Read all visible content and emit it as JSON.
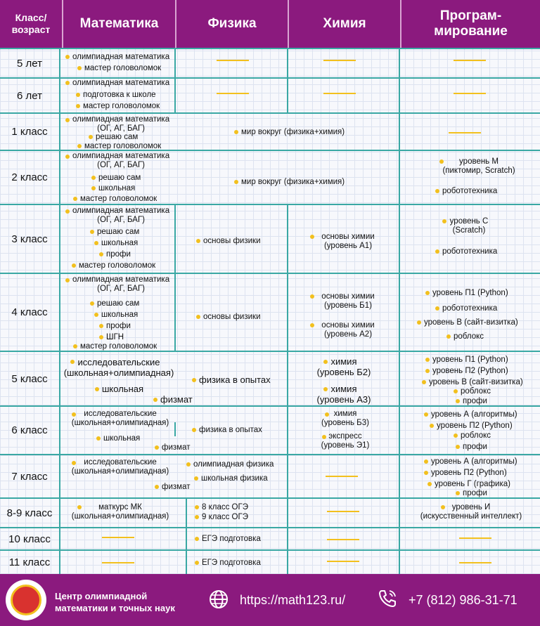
{
  "header": {
    "age": "Класс/\nвозраст",
    "math": "Математика",
    "physics": "Физика",
    "chemistry": "Химия",
    "programming": "Програм-\nмирование"
  },
  "rows": {
    "r5": {
      "age": "5 лет",
      "math1": "олимпиадная математика",
      "math2": "мастер головоломок"
    },
    "r6": {
      "age": "6 лет",
      "math1": "олимпиадная математика",
      "math2": "подготовка к школе",
      "math3": "мастер головоломок"
    },
    "r1": {
      "age": "1 класс",
      "math1": "олимпиадная математика\n(ОГ, АГ, БАГ)",
      "math2": "решаю сам",
      "math3": "мастер головоломок",
      "sci": "мир вокруг (физика+химия)"
    },
    "r2": {
      "age": "2 класс",
      "math1": "олимпиадная математика\n(ОГ, АГ, БАГ)",
      "math2": "решаю сам",
      "math3": "школьная",
      "math4": "мастер головоломок",
      "sci": "мир вокруг (физика+химия)",
      "prog1": "уровень М\n(пиктомир, Scratch)",
      "prog2": "робототехника"
    },
    "r3": {
      "age": "3 класс",
      "math1": "олимпиадная математика\n(ОГ, АГ, БАГ)",
      "math2": "решаю сам",
      "math3": "школьная",
      "math4": "профи",
      "math5": "мастер головоломок",
      "phys": "основы физики",
      "chem": "основы химии\n(уровень А1)",
      "prog1": "уровень С\n(Scratch)",
      "prog2": "робототехника"
    },
    "r4": {
      "age": "4 класс",
      "math1": "олимпиадная математика\n(ОГ, АГ, БАГ)",
      "math2": "решаю сам",
      "math3": "школьная",
      "math4": "профи",
      "math5": "ШГН",
      "math6": "мастер головоломок",
      "phys": "основы физики",
      "chem1": "основы химии\n(уровень Б1)",
      "chem2": "основы химии\n(уровень А2)",
      "prog1": "уровень П1 (Python)",
      "prog2": "робототехника",
      "prog3": "уровень В (сайт-визитка)",
      "prog4": "роблокс"
    },
    "r5c": {
      "age": "5 класс",
      "math1": "исследовательские\n(школьная+олимпиадная)",
      "math2": "школьная",
      "math3": "физмат",
      "phys": "физика в опытах",
      "chem1": "химия\n(уровень Б2)",
      "chem2": "химия\n(уровень А3)",
      "prog1": "уровень П1 (Python)",
      "prog2": "уровень П2 (Python)",
      "prog3": "уровень В (сайт-визитка)",
      "prog4": "роблокс",
      "prog5": "профи"
    },
    "r6c": {
      "age": "6 класс",
      "math1": "исследовательские\n(школьная+олимпиадная)",
      "math2": "школьная",
      "math3": "физмат",
      "phys": "физика в опытах",
      "chem1": "химия\n(уровень Б3)",
      "chem2": "экспресс\n(уровень Э1)",
      "prog1": "уровень А (алгоритмы)",
      "prog2": "уровень П2 (Python)",
      "prog3": "роблокс",
      "prog4": "профи"
    },
    "r7c": {
      "age": "7 класс",
      "math1": "исследовательские\n(школьная+олимпиадная)",
      "math2": "физмат",
      "phys1": "олимпиадная физика",
      "phys2": "школьная физика",
      "prog1": "уровень А (алгоритмы)",
      "prog2": "уровень П2 (Python)",
      "prog3": "уровень Г (графика)",
      "prog4": "профи"
    },
    "r89": {
      "age": "8-9 класс",
      "math1": "маткурс МК\n(школьная+олимпиадная)",
      "phys1": "8 класс ОГЭ",
      "phys2": "9 класс ОГЭ",
      "prog1": "уровень И\n(искусственный интеллект)"
    },
    "r10": {
      "age": "10 класс",
      "phys": "ЕГЭ подготовка"
    },
    "r11": {
      "age": "11 класс",
      "phys": "ЕГЭ подготовка"
    }
  },
  "footer": {
    "name": "Центр олимпиадной\nматематики и точных наук",
    "url": "https://math123.ru/",
    "phone": "+7 (812) 986-31-71",
    "logo_icon": "logo-icon",
    "web_icon": "globe-icon",
    "phone_icon": "phone-icon"
  },
  "colors": {
    "header": "#8b1a7e",
    "grid": "#3aa8a4",
    "bullet": "#f2c01e"
  }
}
